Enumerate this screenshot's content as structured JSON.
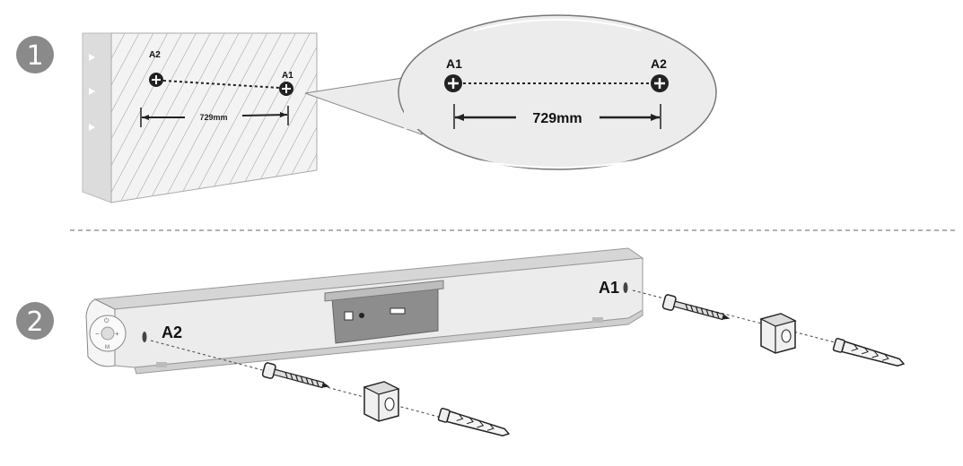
{
  "steps": {
    "step1": "1",
    "step2": "2"
  },
  "wall_panel": {
    "hole_left_label": "A2",
    "hole_right_label": "A1",
    "distance": "729mm"
  },
  "zoom_callout": {
    "hole_left_label": "A1",
    "hole_right_label": "A2",
    "distance": "729mm"
  },
  "soundbar": {
    "hole_left_label": "A2",
    "hole_right_label": "A1"
  },
  "colors": {
    "step_badge": "#8a8a8a",
    "wall_fill": "#e6e6e6",
    "line": "#222222"
  }
}
